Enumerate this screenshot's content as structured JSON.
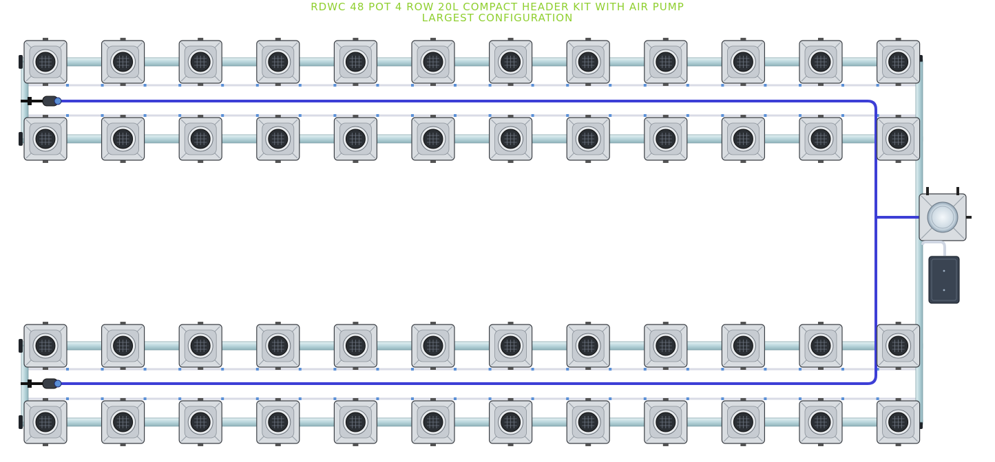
{
  "title": {
    "line1": "RDWC 48 POT 4 ROW 20L COMPACT HEADER KIT WITH AIR PUMP",
    "line2": "LARGEST CONFIGURATION"
  },
  "layout_info": {
    "rows": 4,
    "pots_per_row": 12
  },
  "components": {
    "pot_icon": "square-pot-icon",
    "control_bucket_icon": "control-bucket-icon",
    "air_pump_icon": "air-pump-icon",
    "pump_connector_icon": "pump-connector-icon"
  },
  "colors": {
    "title": "#8fcf2f",
    "pipe_fill": "#c2dde2",
    "pipe_stroke": "#7c9ea6",
    "air_line": "#3d3fd6",
    "pot_fill": "#d9dde1",
    "pot_stroke": "#3b3f45",
    "net_pot": "#2b2f34",
    "air_pump": "#3a4452",
    "accent_blue": "#5a8fd6"
  }
}
